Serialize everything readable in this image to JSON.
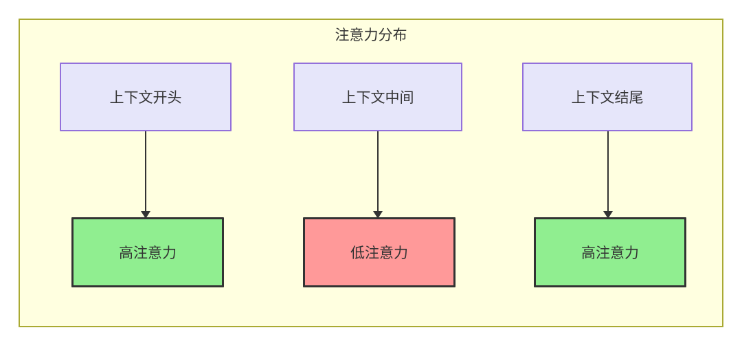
{
  "diagram": {
    "title": "注意力分布",
    "container_fill": "#ffffe0",
    "container_border": "#aaaa33",
    "source_fill": "#e6e6fa",
    "source_border": "#9370db",
    "high_fill": "#90ee90",
    "low_fill": "#ff9999",
    "node_border": "#333333",
    "edge_color": "#333333",
    "sources": [
      {
        "label": "上下文开头"
      },
      {
        "label": "上下文中间"
      },
      {
        "label": "上下文结尾"
      }
    ],
    "targets": [
      {
        "label": "高注意力",
        "level": "high"
      },
      {
        "label": "低注意力",
        "level": "low"
      },
      {
        "label": "高注意力",
        "level": "high"
      }
    ],
    "edges": [
      {
        "from": "上下文开头",
        "to": "高注意力"
      },
      {
        "from": "上下文中间",
        "to": "低注意力"
      },
      {
        "from": "上下文结尾",
        "to": "高注意力"
      }
    ]
  }
}
